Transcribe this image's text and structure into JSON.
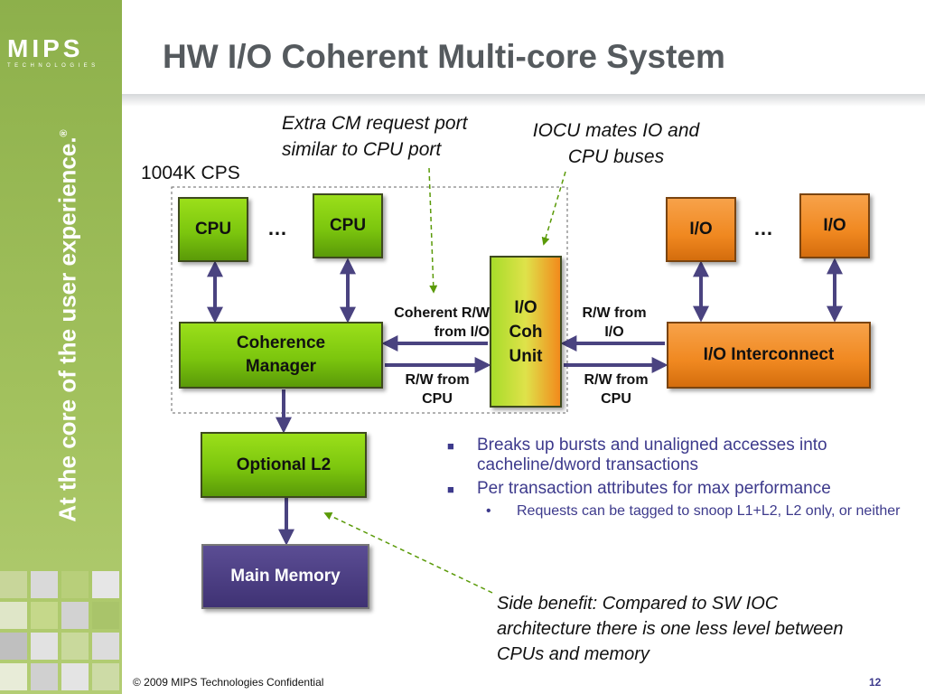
{
  "slide": {
    "title": "HW I/O Coherent Multi-core System",
    "logo_text": "MIPS",
    "logo_subtext": "TECHNOLOGIES",
    "tagline": "At the core of the user experience.",
    "tagline_mark": "®",
    "footer": "© 2009 MIPS Technologies Confidential",
    "page_number": "12"
  },
  "diagram": {
    "cps_label": "1004K CPS",
    "cpu_1": "CPU",
    "cpu_2": "CPU",
    "cpu_ellipsis": "…",
    "io_1": "I/O",
    "io_2": "I/O",
    "io_ellipsis": "…",
    "iocu": "I/O Coh Unit",
    "coherence_manager": "Coherence Manager",
    "io_interconnect": "I/O Interconnect",
    "optional_l2": "Optional L2",
    "main_memory": "Main Memory",
    "label_coherent_rw": "Coherent R/W from I/O",
    "label_rw_cpu_left": "R/W from CPU",
    "label_rw_io_right": "R/W from I/O",
    "label_rw_cpu_right": "R/W from CPU",
    "note_cm_port": "Extra CM request port similar to CPU port",
    "note_iocu": "IOCU mates IO and CPU buses",
    "note_side_benefit": "Side benefit: Compared to SW IOC architecture there is one less level between CPUs and memory"
  },
  "bullets": [
    {
      "text": "Breaks up bursts and unaligned accesses into cacheline/dword transactions"
    },
    {
      "text": "Per transaction attributes for max performance"
    }
  ],
  "sub_bullets": [
    {
      "text": "Requests can be tagged to snoop L1+L2, L2 only, or neither"
    }
  ],
  "colors": {
    "sidebar_green": "#9bbd55",
    "box_green": "#7cc60e",
    "box_orange": "#f08820",
    "box_purple": "#3f3274",
    "arrow_purple": "#4a4380",
    "title_gray": "#555a5e",
    "bullet_blue": "#3d3a8c",
    "note_arrow_green": "#5a9a08"
  },
  "icons": {
    "bullet_marker": "square-bullet-icon",
    "sub_bullet_marker": "dot-bullet-icon"
  }
}
